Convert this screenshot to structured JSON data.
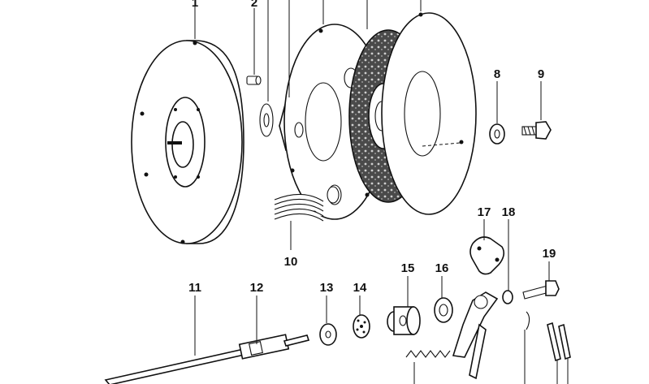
{
  "diagram": {
    "callouts": [
      "1",
      "2",
      "8",
      "9",
      "10",
      "11",
      "12",
      "13",
      "14",
      "15",
      "16",
      "17",
      "18",
      "19"
    ]
  }
}
